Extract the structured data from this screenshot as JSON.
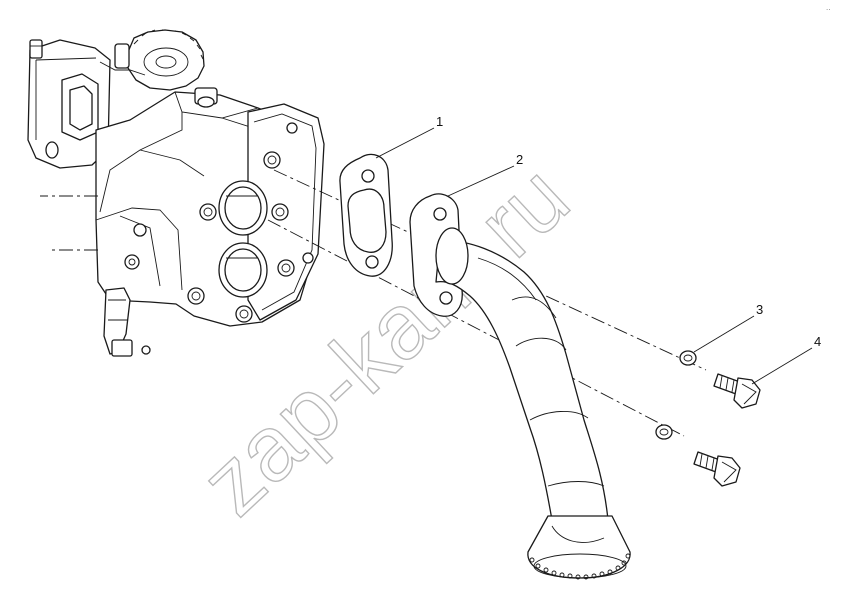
{
  "watermark": "zap-kam.ru",
  "corner_mark": "..",
  "callouts": [
    {
      "id": "1",
      "label": "1"
    },
    {
      "id": "2",
      "label": "2"
    },
    {
      "id": "3",
      "label": "3"
    },
    {
      "id": "4",
      "label": "4"
    }
  ]
}
